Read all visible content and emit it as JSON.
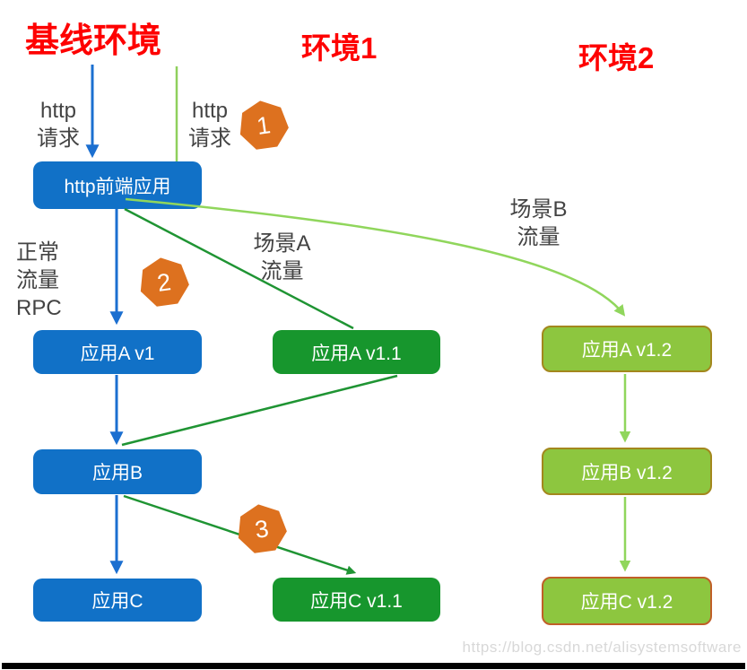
{
  "diagram": {
    "titles": {
      "baseline": "基线环境",
      "env1": "环境1",
      "env2": "环境2"
    },
    "nodes": {
      "http_frontend": "http前端应用",
      "app_a_v1": "应用A v1",
      "app_b": "应用B",
      "app_c": "应用C",
      "app_a_v11": "应用A v1.1",
      "app_c_v11": "应用C v1.1",
      "app_a_v12": "应用A v1.2",
      "app_b_v12": "应用B v1.2",
      "app_c_v12": "应用C v1.2"
    },
    "labels": {
      "http_request_baseline": {
        "l1": "http",
        "l2": "请求"
      },
      "http_request_env1": {
        "l1": "http",
        "l2": "请求"
      },
      "normal_traffic": {
        "l1": "正常",
        "l2": "流量",
        "l3": "RPC"
      },
      "scene_a_traffic": {
        "l1": "场景A",
        "l2": "流量"
      },
      "scene_b_traffic": {
        "l1": "场景B",
        "l2": "流量"
      }
    },
    "steps": {
      "s1": "1",
      "s2": "2",
      "s3": "3"
    },
    "colors": {
      "title_red": "#fe0000",
      "baseline_node_blue": "#1171c7",
      "env1_node_green": "#17962d",
      "env2_node_green": "#8dc63f",
      "env2_node_border_olive": "#a3871d",
      "env2_node_border_orange": "#c05f28",
      "step_badge_orange": "#dd711f",
      "edge_blue": "#1b6fd0",
      "edge_dark_green": "#1f9433",
      "edge_light_green": "#90d65c"
    },
    "watermark": "https://blog.csdn.net/alisystemsoftware"
  }
}
